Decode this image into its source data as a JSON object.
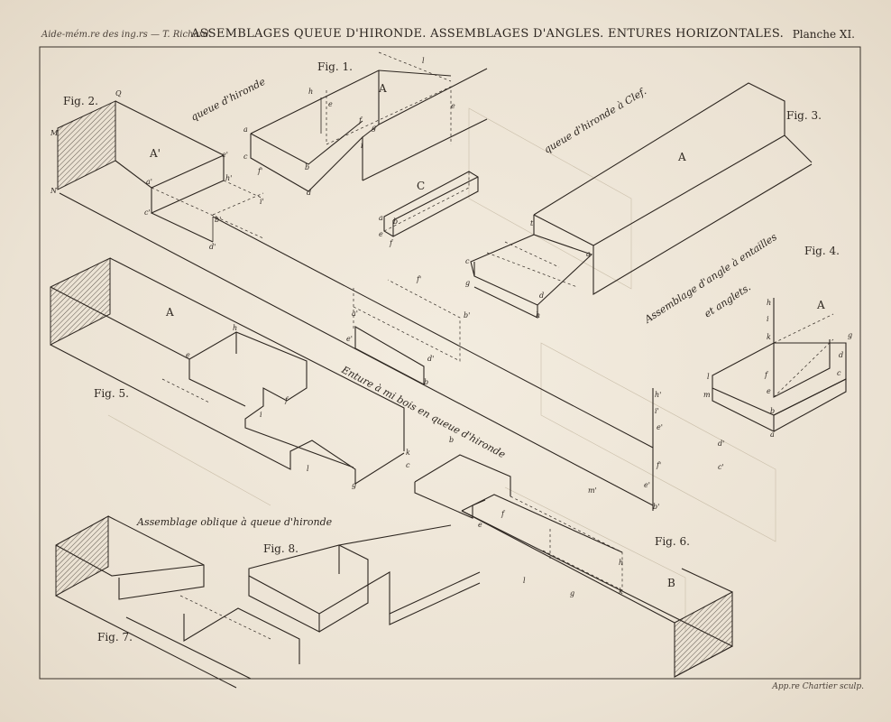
{
  "header": {
    "left_credit": "Aide-mém.re des ing.rs — T. Richard.",
    "title": "ASSEMBLAGES QUEUE D'HIRONDE. ASSEMBLAGES D'ANGLES. ENTURES HORIZONTALES.",
    "plate": "Planche XI."
  },
  "footer": {
    "engraver": "App.re Chartier sculp."
  },
  "figures": [
    {
      "id": "fig1",
      "label": "Fig. 1."
    },
    {
      "id": "fig2",
      "label": "Fig. 2."
    },
    {
      "id": "fig3",
      "label": "Fig. 3."
    },
    {
      "id": "fig4",
      "label": "Fig. 4."
    },
    {
      "id": "fig5",
      "label": "Fig. 5."
    },
    {
      "id": "fig6",
      "label": "Fig. 6."
    },
    {
      "id": "fig7",
      "label": "Fig. 7."
    },
    {
      "id": "fig8",
      "label": "Fig. 8."
    }
  ],
  "captions": {
    "queue_hironde": "queue d'hironde",
    "queue_hironde_clef": "queue d'hironde à Clef.",
    "angle_entailles_1": "Assemblage d'angle à entailles",
    "angle_entailles_2": "et anglets.",
    "enture": "Enture à mi bois en queue d'hironde",
    "oblique": "Assemblage oblique à queue d'hironde"
  },
  "part_labels": {
    "A": "A",
    "A_prime": "A'",
    "B": "B",
    "C": "C"
  },
  "letters": {
    "Q": "Q",
    "M": "M",
    "N": "N",
    "a": "a",
    "b": "b",
    "c": "c",
    "d": "d",
    "e": "e",
    "f": "f",
    "g": "g",
    "h": "h",
    "i": "i",
    "k": "k",
    "l": "l",
    "m": "m",
    "t": "t",
    "a1": "a'",
    "b1": "b'",
    "c1": "c'",
    "d1": "d'",
    "e1": "e'",
    "f1": "f'",
    "g1": "g'",
    "h1": "h'",
    "i1": "i'",
    "m1": "m'"
  }
}
